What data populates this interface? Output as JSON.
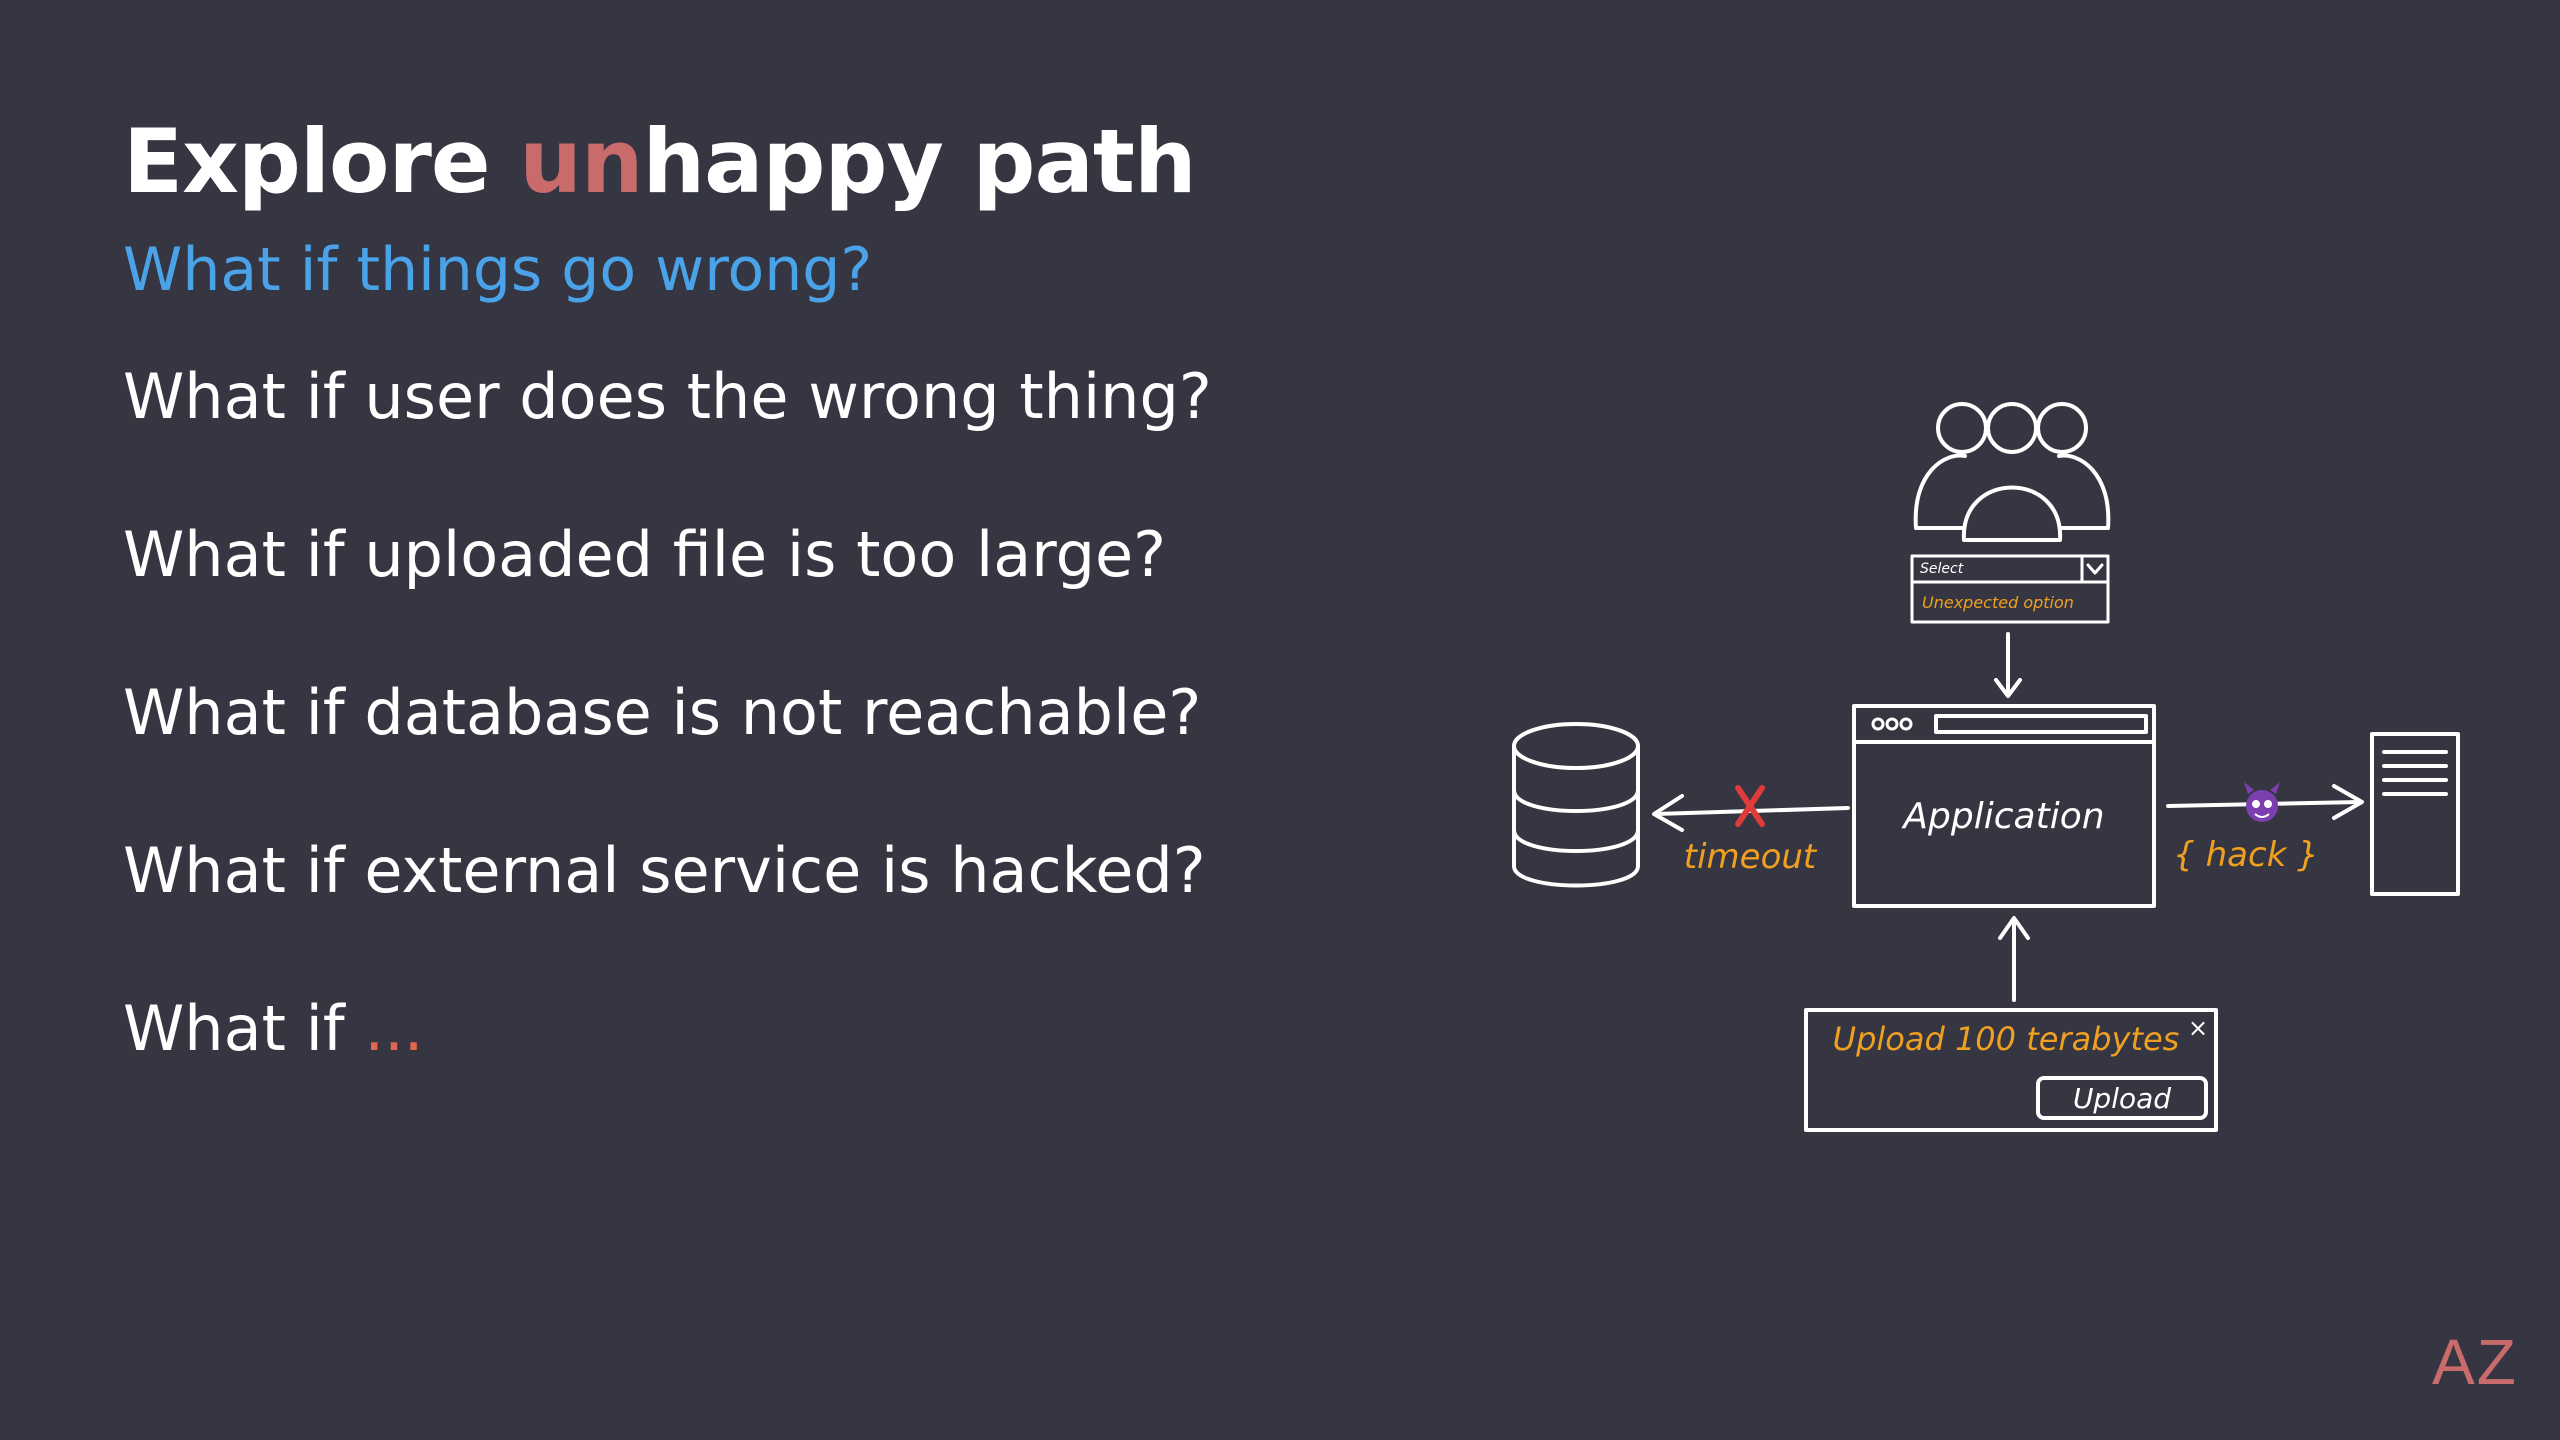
{
  "title": {
    "prefix": "Explore ",
    "highlight": "un",
    "suffix": "happy path"
  },
  "subtitle": "What if things go wrong?",
  "questions": [
    "What if user does the wrong thing?",
    "What if uploaded file is too large?",
    "What if database is not reachable?",
    "What if external service is hacked?"
  ],
  "last_question": {
    "prefix": "What if ",
    "dots": "..."
  },
  "diagram": {
    "select_label": "Select",
    "select_option": "Unexpected option",
    "app_label": "Application",
    "timeout_label": "timeout",
    "hack_label": "{ hack }",
    "upload_title": "Upload 100 terabytes",
    "upload_button": "Upload",
    "close_glyph": "×",
    "window_dots": "ooo"
  },
  "logo": "AZ",
  "colors": {
    "accent_red": "#c96b6b",
    "accent_blue": "#4aa3e8",
    "orange": "#f0a020",
    "background": "#353641"
  }
}
